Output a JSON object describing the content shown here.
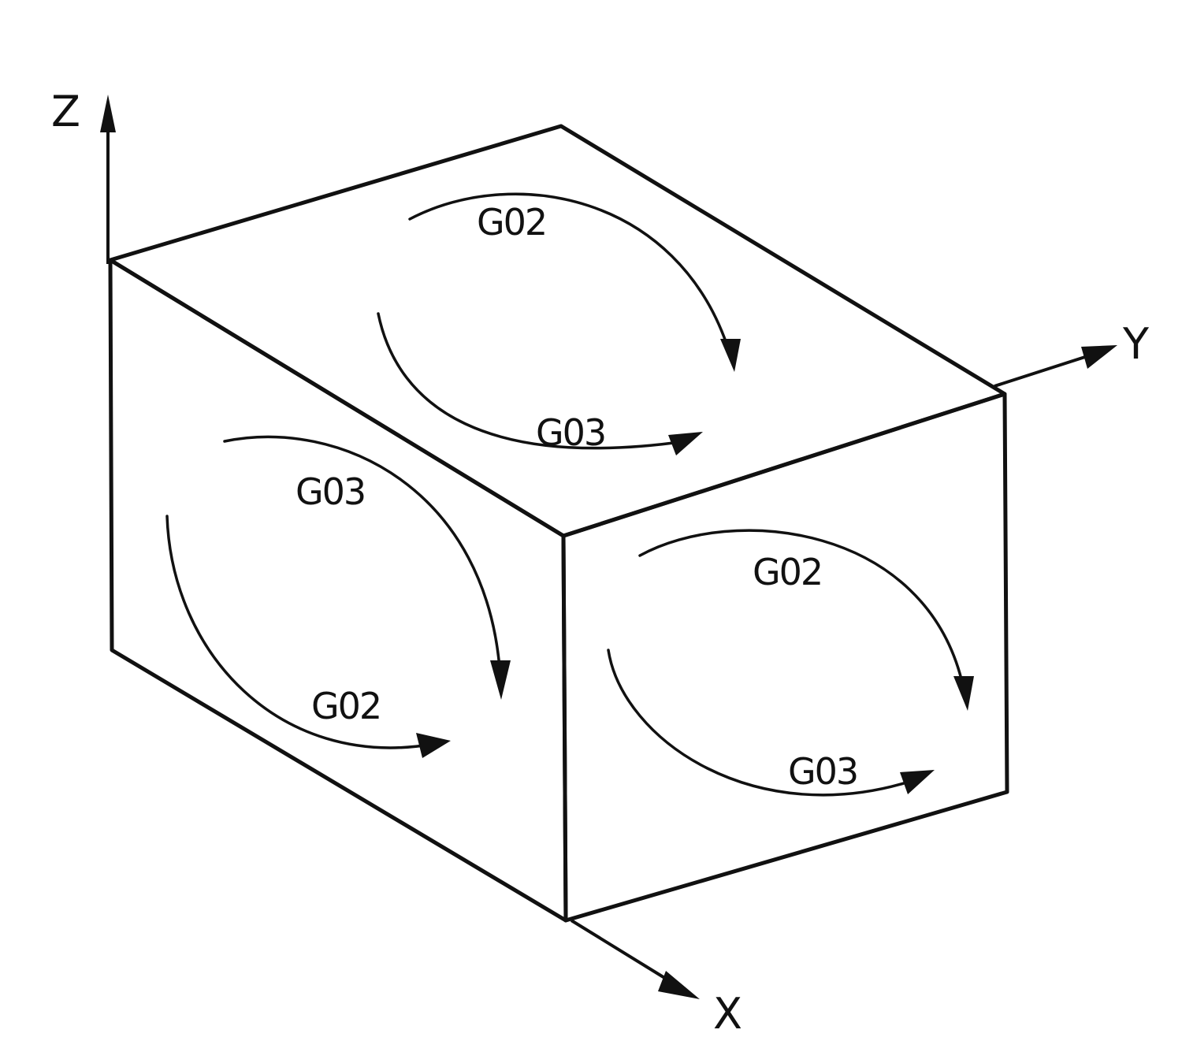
{
  "axes": {
    "x": "X",
    "y": "Y",
    "z": "Z"
  },
  "faces": {
    "top": {
      "outer_arc_label": "G02",
      "inner_arc_label": "G03"
    },
    "left": {
      "outer_arc_label": "G03",
      "inner_arc_label": "G02"
    },
    "right": {
      "outer_arc_label": "G02",
      "inner_arc_label": "G03"
    }
  }
}
